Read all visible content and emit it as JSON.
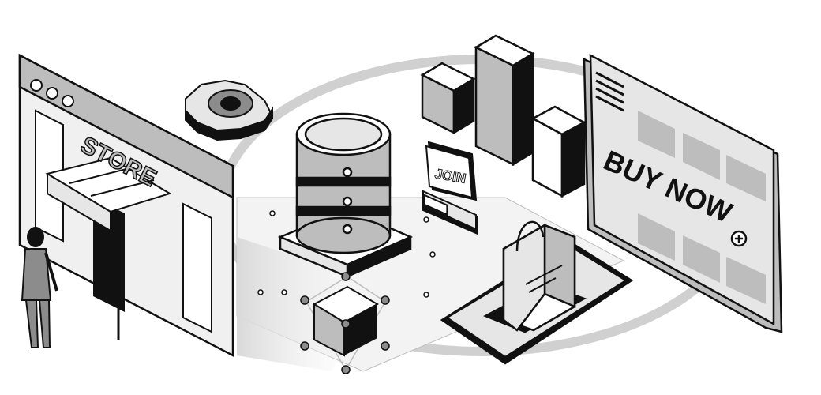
{
  "store": {
    "sign": "STORE"
  },
  "join": {
    "label": "JOIN"
  },
  "billboard": {
    "cta": "BUY NOW"
  },
  "icons": [
    "store-icon",
    "gear-icon",
    "database-icon",
    "bar-chart-icon",
    "join-button-icon",
    "progress-bar-icon",
    "cube-icon",
    "smartphone-icon",
    "shopping-bag-icon",
    "plus-circle-icon",
    "person-icon",
    "menu-lines-icon"
  ],
  "colors": {
    "ink": "#111111",
    "light": "#e6e6e6",
    "mid": "#bdbdbd",
    "dark": "#8c8c8c"
  },
  "progress": {
    "fill": 0.45
  }
}
